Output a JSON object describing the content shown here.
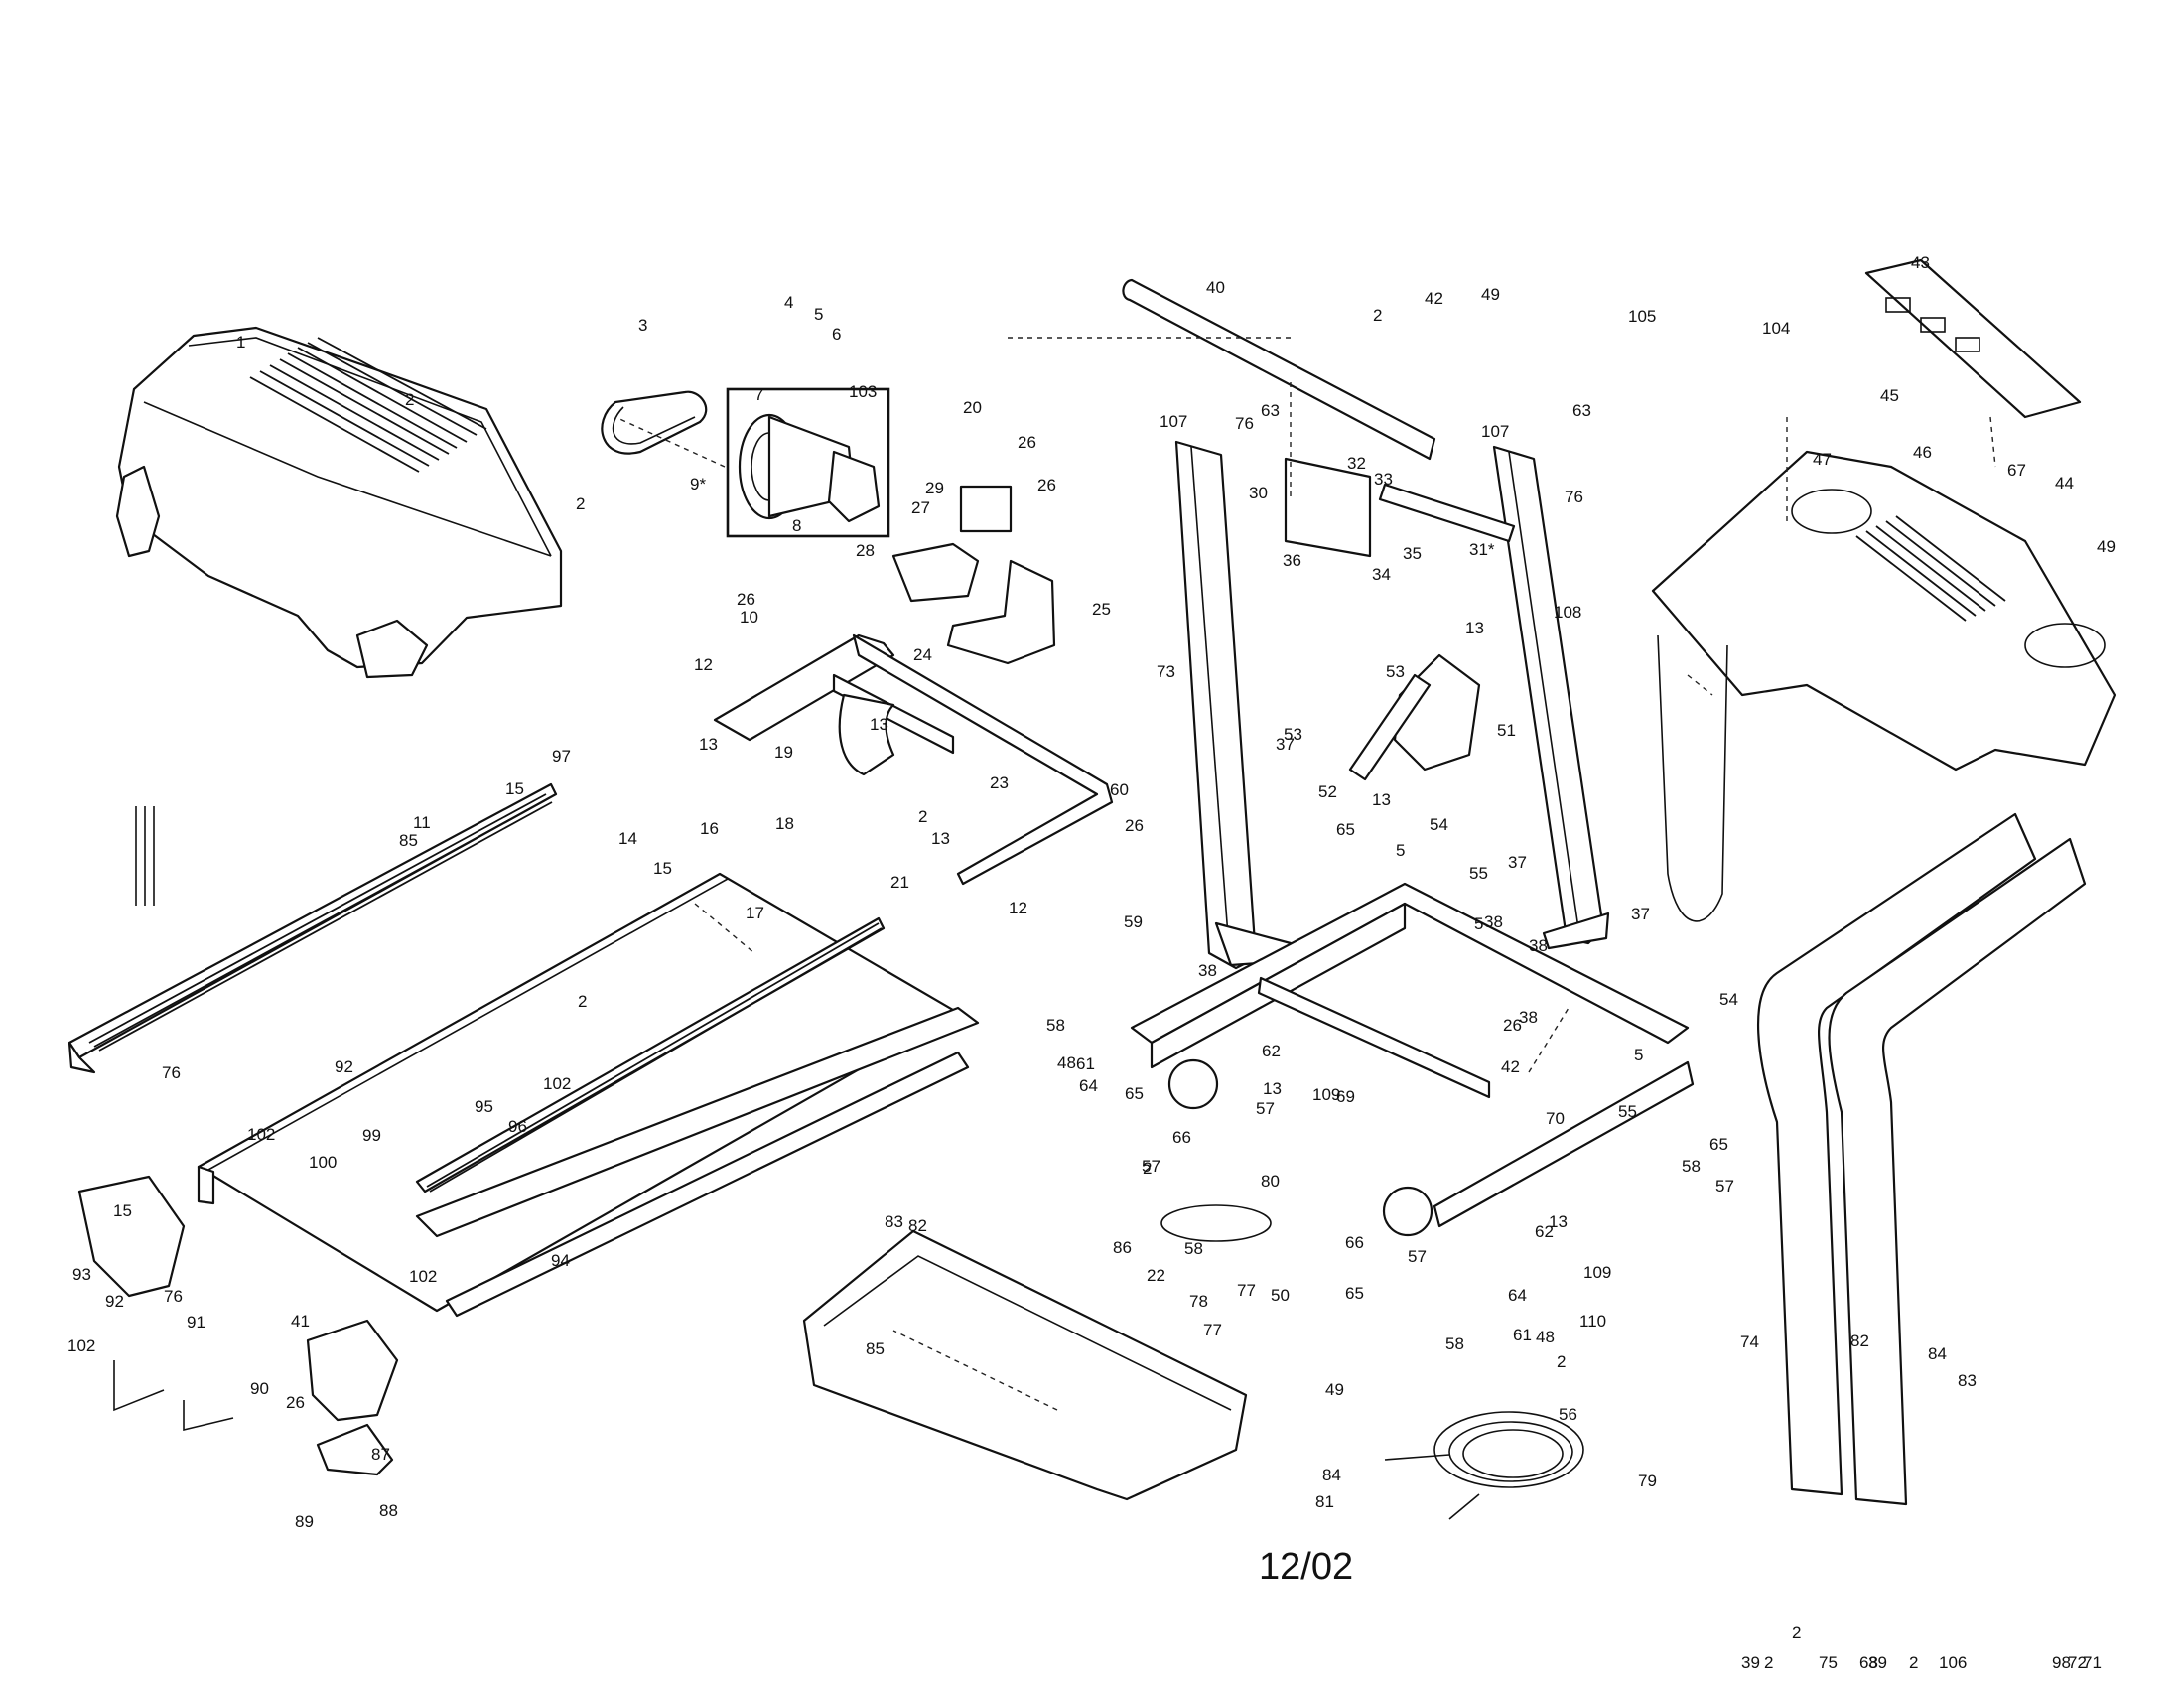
{
  "drawing": {
    "date_code": "12/02",
    "callouts": [
      "1",
      "2",
      "2",
      "2",
      "3",
      "4",
      "5",
      "6",
      "7",
      "103",
      "20",
      "9*",
      "8",
      "26",
      "26",
      "29",
      "27",
      "28",
      "24",
      "25",
      "10",
      "26",
      "12",
      "13",
      "19",
      "18",
      "13",
      "60",
      "23",
      "2",
      "13",
      "26",
      "59",
      "21",
      "12",
      "17",
      "14",
      "15",
      "16",
      "40",
      "2",
      "107",
      "76",
      "63",
      "30",
      "32",
      "33",
      "42",
      "49",
      "107",
      "63",
      "76",
      "105",
      "104",
      "43",
      "45",
      "47",
      "46",
      "67",
      "44",
      "49",
      "31*",
      "34",
      "35",
      "36",
      "73",
      "108",
      "53",
      "13",
      "51",
      "53",
      "37",
      "52",
      "13",
      "65",
      "54",
      "5",
      "55",
      "5",
      "37",
      "38",
      "37",
      "38",
      "38",
      "38",
      "62",
      "57",
      "58",
      "48",
      "61",
      "64",
      "65",
      "66",
      "57",
      "58",
      "13",
      "109",
      "69",
      "26",
      "42",
      "70",
      "55",
      "5",
      "54",
      "65",
      "57",
      "58",
      "62",
      "109",
      "13",
      "66",
      "65",
      "57",
      "64",
      "48",
      "58",
      "61",
      "56",
      "110",
      "79",
      "80",
      "22",
      "78",
      "77",
      "81",
      "77",
      "84",
      "83",
      "82",
      "85",
      "86",
      "2",
      "50",
      "49",
      "2",
      "2",
      "75",
      "2",
      "39",
      "2",
      "39",
      "106",
      "71",
      "72",
      "98",
      "68",
      "74",
      "82",
      "84",
      "83",
      "85",
      "11",
      "97",
      "15",
      "96",
      "95",
      "102",
      "99",
      "76",
      "92",
      "102",
      "100",
      "15",
      "93",
      "76",
      "92",
      "102",
      "91",
      "102",
      "94",
      "41",
      "26",
      "90",
      "87",
      "88",
      "89"
    ]
  }
}
